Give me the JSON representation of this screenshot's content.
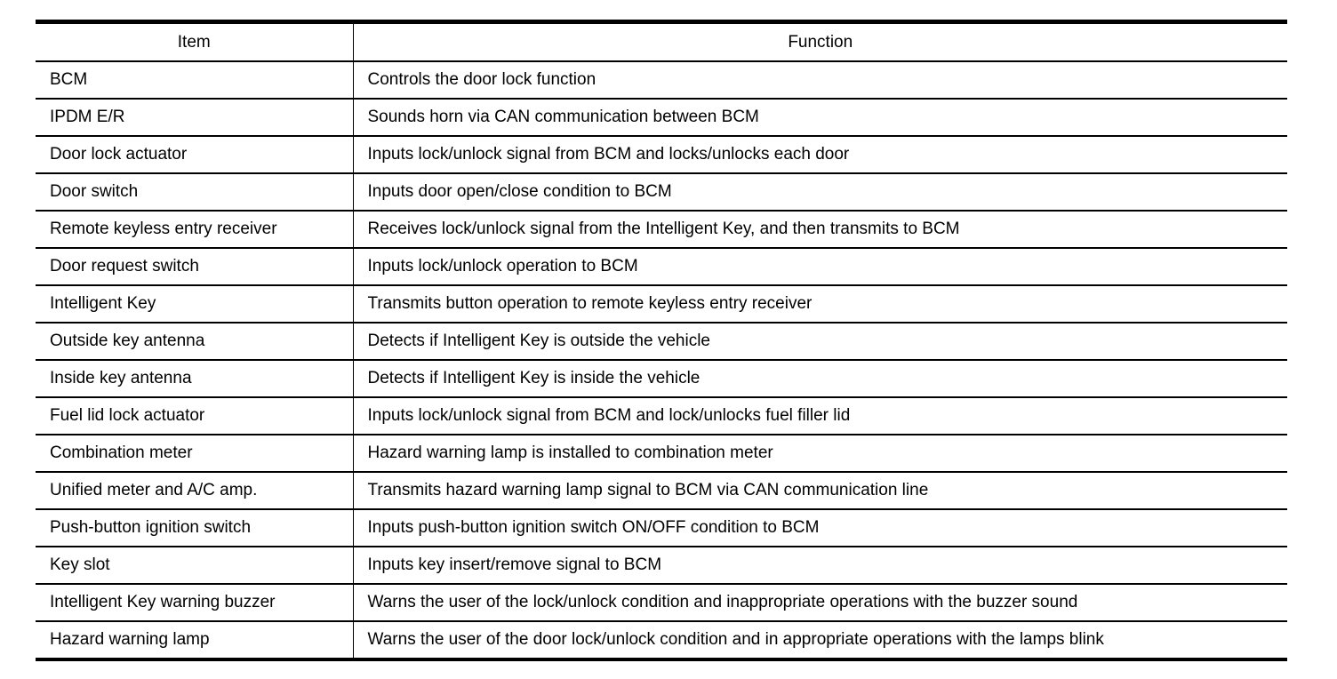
{
  "colors": {
    "background": "#ffffff",
    "border": "#000000",
    "text": "#000000"
  },
  "table": {
    "headers": {
      "item": "Item",
      "function": "Function"
    },
    "rows": [
      {
        "item": "BCM",
        "function": "Controls the door lock function"
      },
      {
        "item": "IPDM E/R",
        "function": "Sounds horn via CAN communication between BCM"
      },
      {
        "item": "Door lock actuator",
        "function": "Inputs lock/unlock signal from BCM and locks/unlocks each door"
      },
      {
        "item": "Door switch",
        "function": "Inputs door open/close condition to BCM"
      },
      {
        "item": "Remote keyless entry receiver",
        "function": "Receives lock/unlock signal from the Intelligent Key, and then transmits to BCM"
      },
      {
        "item": "Door request switch",
        "function": "Inputs lock/unlock operation to BCM"
      },
      {
        "item": "Intelligent Key",
        "function": "Transmits button operation to remote keyless entry receiver"
      },
      {
        "item": "Outside key antenna",
        "function": "Detects if Intelligent Key is outside the vehicle"
      },
      {
        "item": "Inside key antenna",
        "function": "Detects if Intelligent Key is inside the vehicle"
      },
      {
        "item": "Fuel lid lock actuator",
        "function": "Inputs lock/unlock signal from BCM and lock/unlocks fuel filler lid"
      },
      {
        "item": "Combination meter",
        "function": "Hazard warning lamp is installed to combination meter"
      },
      {
        "item": "Unified meter and A/C amp.",
        "function": "Transmits hazard warning lamp signal to BCM via CAN communication line"
      },
      {
        "item": "Push-button ignition switch",
        "function": "Inputs push-button ignition switch ON/OFF condition to BCM"
      },
      {
        "item": "Key slot",
        "function": "Inputs key insert/remove signal to BCM"
      },
      {
        "item": "Intelligent Key warning buzzer",
        "function": "Warns the user of the lock/unlock condition and inappropriate operations with the buzzer sound"
      },
      {
        "item": "Hazard warning lamp",
        "function": "Warns the user of the door lock/unlock condition and in appropriate operations with the lamps blink"
      }
    ]
  }
}
